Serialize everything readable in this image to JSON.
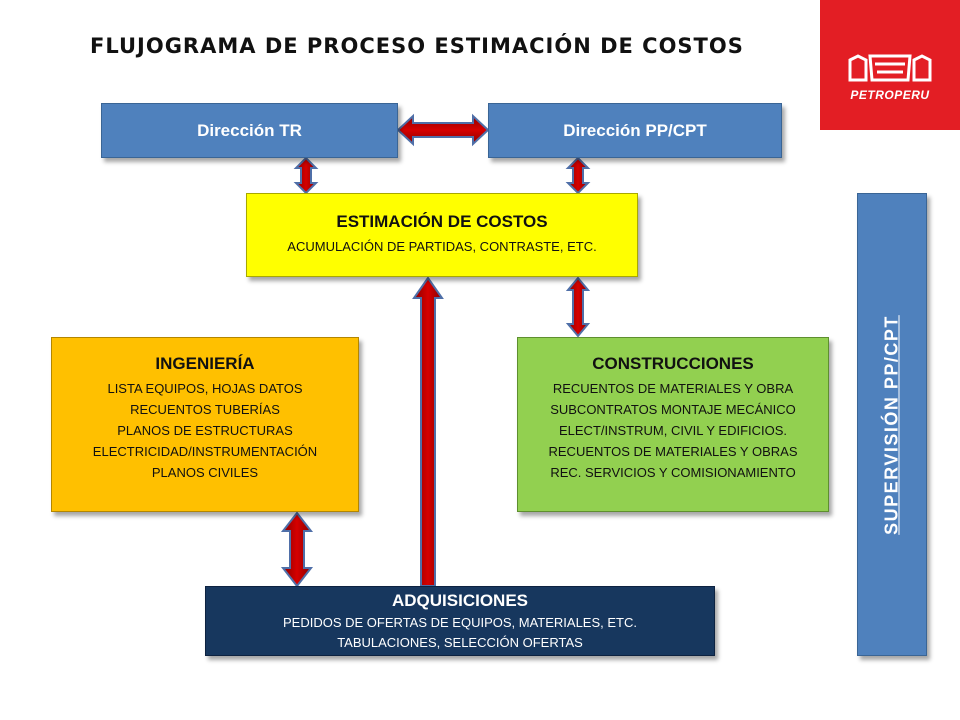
{
  "title": "FLUJOGRAMA DE PROCESO ESTIMACIÓN DE COSTOS",
  "logo": {
    "text": "PETROPERU",
    "color": "#e31e24"
  },
  "colors": {
    "header_blue": "#4f81bd",
    "estimacion": "#ffff00",
    "ingenieria": "#ffc000",
    "construcciones": "#92d050",
    "adquisiciones": "#17375e",
    "arrow_fill": "#c00000",
    "arrow_stroke": "#4f6fa8"
  },
  "nodes": {
    "direccion_tr": {
      "label": "Dirección TR"
    },
    "direccion_pp": {
      "label": "Dirección PP/CPT"
    },
    "estimacion": {
      "title": "ESTIMACIÓN DE COSTOS",
      "lines": [
        "ACUMULACIÓN DE PARTIDAS, CONTRASTE, ETC."
      ]
    },
    "ingenieria": {
      "title": "INGENIERÍA",
      "lines": [
        "LISTA EQUIPOS, HOJAS DATOS",
        "RECUENTOS TUBERÍAS",
        "PLANOS DE ESTRUCTURAS",
        "ELECTRICIDAD/INSTRUMENTACIÓN",
        "PLANOS CIVILES"
      ]
    },
    "construcciones": {
      "title": "CONSTRUCCIONES",
      "lines": [
        "RECUENTOS DE MATERIALES Y OBRA",
        "SUBCONTRATOS MONTAJE MECÁNICO",
        "ELECT/INSTRUM, CIVIL Y EDIFICIOS.",
        "RECUENTOS DE MATERIALES Y OBRAS",
        "REC. SERVICIOS Y COMISIONAMIENTO"
      ]
    },
    "adquisiciones": {
      "title": "ADQUISICIONES",
      "lines": [
        "PEDIDOS DE OFERTAS DE EQUIPOS, MATERIALES, ETC.",
        "TABULACIONES, SELECCIÓN OFERTAS"
      ]
    },
    "supervision": {
      "label": "SUPERVISIÓN PP/CPT"
    }
  },
  "edges": [
    {
      "from": "direccion_tr",
      "to": "direccion_pp",
      "type": "bidirectional"
    },
    {
      "from": "direccion_tr",
      "to": "estimacion",
      "type": "bidirectional"
    },
    {
      "from": "direccion_pp",
      "to": "estimacion",
      "type": "bidirectional"
    },
    {
      "from": "construcciones",
      "to": "estimacion",
      "type": "bidirectional"
    },
    {
      "from": "ingenieria",
      "to": "adquisiciones",
      "type": "bidirectional"
    },
    {
      "from": "adquisiciones",
      "to": "estimacion",
      "type": "directed"
    }
  ]
}
